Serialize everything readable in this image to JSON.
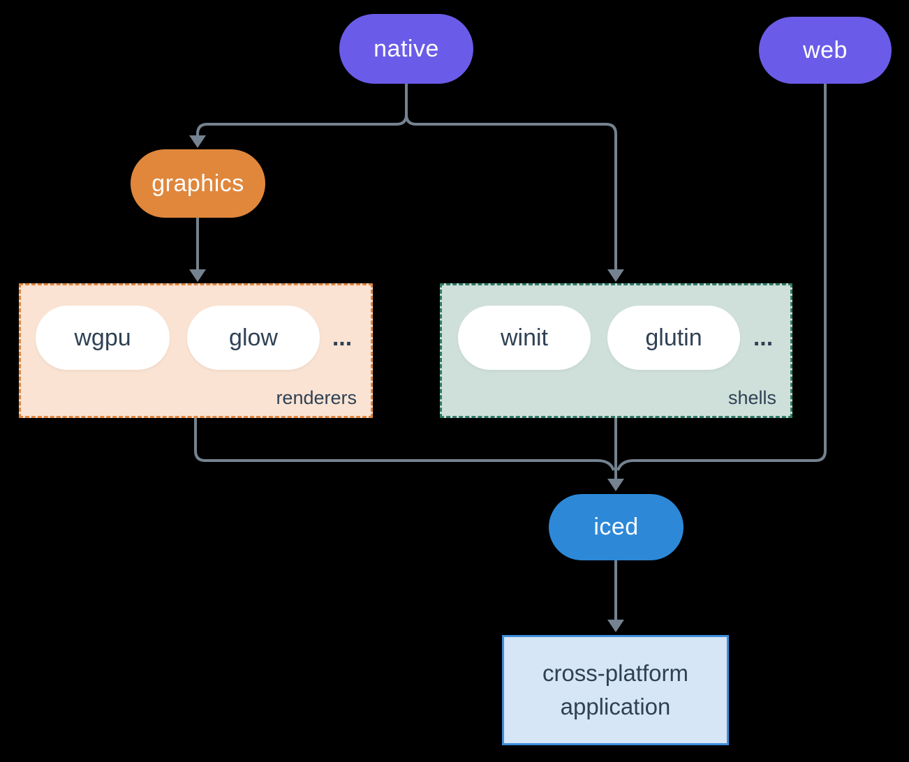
{
  "diagram": {
    "nodes": {
      "native": {
        "label": "native",
        "color": "#6a5ce8"
      },
      "web": {
        "label": "web",
        "color": "#6a5ce8"
      },
      "graphics": {
        "label": "graphics",
        "color": "#e0873c"
      },
      "iced": {
        "label": "iced",
        "color": "#2d89d8"
      }
    },
    "groups": {
      "renderers": {
        "label": "renderers",
        "items": [
          "wgpu",
          "glow"
        ],
        "ellipsis": "...",
        "background": "#fae3d3",
        "border_color": "#e0863f"
      },
      "shells": {
        "label": "shells",
        "items": [
          "winit",
          "glutin"
        ],
        "ellipsis": "...",
        "background": "#cfe0da",
        "border_color": "#2f7d68"
      }
    },
    "application": {
      "line1": "cross-platform",
      "line2": "application",
      "background": "#d6e6f6",
      "border_color": "#3d8edd"
    },
    "connector_color": "#75828f",
    "text_dark": "#2f4154",
    "text_light": "#ffffff",
    "background": "#000000"
  }
}
